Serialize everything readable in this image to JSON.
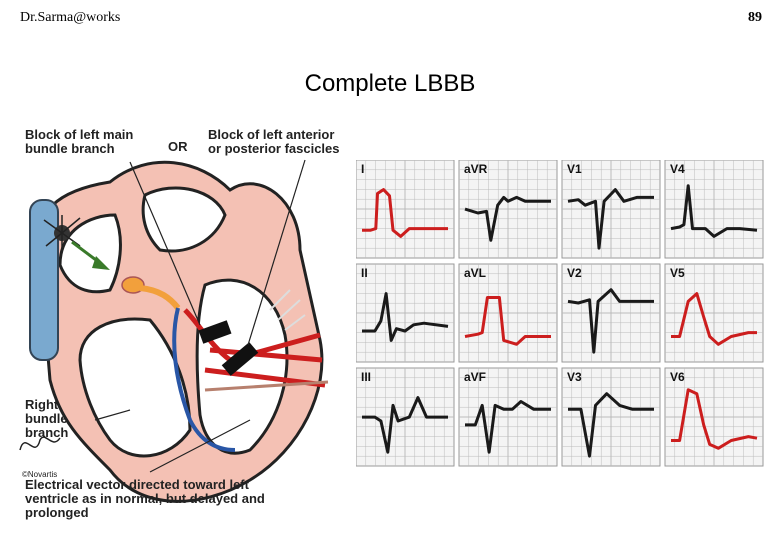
{
  "header": {
    "author": "Dr.Sarma@works",
    "page_number": "89"
  },
  "title": "Complete LBBB",
  "diagram": {
    "label_left_main_line1": "Block of left main",
    "label_left_main_line2": "bundle branch",
    "label_or": "OR",
    "label_fascicles_line1": "Block of left anterior",
    "label_fascicles_line2": "or posterior fascicles",
    "label_rbb_line1": "Right",
    "label_rbb_line2": "bundle",
    "label_rbb_line3": "branch",
    "caption_line1": "Electrical vector directed toward left",
    "caption_line2": "ventricle as in normal, but delayed and",
    "caption_line3": "prolonged",
    "credit": "©Novartis"
  },
  "ecg_leads": [
    "I",
    "aVR",
    "V1",
    "V4",
    "II",
    "aVL",
    "V2",
    "V5",
    "III",
    "aVF",
    "V3",
    "V6"
  ],
  "highlighted_leads": [
    "I",
    "aVL",
    "V5",
    "V6"
  ],
  "colors": {
    "highlight": "#cc1e1e",
    "trace": "#1a1a1a",
    "grid": "#9a9a9a",
    "heart_fill": "#f2b4a6",
    "vessel": "#7aa9cf",
    "arrow": "#3a7a2a"
  }
}
